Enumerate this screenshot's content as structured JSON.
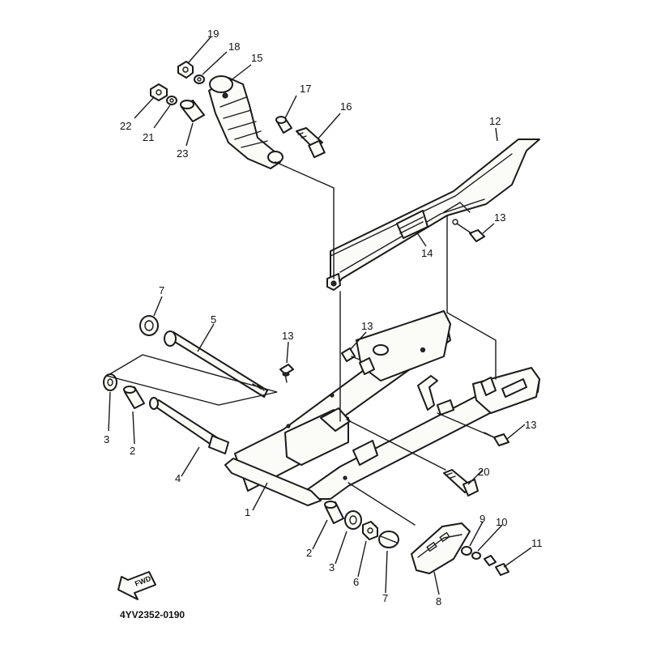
{
  "diagram": {
    "callouts": [
      {
        "id": "c1",
        "text": "1"
      },
      {
        "id": "c2a",
        "text": "2"
      },
      {
        "id": "c2b",
        "text": "2"
      },
      {
        "id": "c3a",
        "text": "3"
      },
      {
        "id": "c3b",
        "text": "3"
      },
      {
        "id": "c4",
        "text": "4"
      },
      {
        "id": "c5",
        "text": "5"
      },
      {
        "id": "c6",
        "text": "6"
      },
      {
        "id": "c7a",
        "text": "7"
      },
      {
        "id": "c7b",
        "text": "7"
      },
      {
        "id": "c8",
        "text": "8"
      },
      {
        "id": "c9",
        "text": "9"
      },
      {
        "id": "c10",
        "text": "10"
      },
      {
        "id": "c11",
        "text": "11"
      },
      {
        "id": "c12",
        "text": "12"
      },
      {
        "id": "c13a",
        "text": "13"
      },
      {
        "id": "c13b",
        "text": "13"
      },
      {
        "id": "c13c",
        "text": "13"
      },
      {
        "id": "c13d",
        "text": "13"
      },
      {
        "id": "c14",
        "text": "14"
      },
      {
        "id": "c15",
        "text": "15"
      },
      {
        "id": "c16",
        "text": "16"
      },
      {
        "id": "c17",
        "text": "17"
      },
      {
        "id": "c18",
        "text": "18"
      },
      {
        "id": "c19",
        "text": "19"
      },
      {
        "id": "c20",
        "text": "20"
      },
      {
        "id": "c21",
        "text": "21"
      },
      {
        "id": "c22",
        "text": "22"
      },
      {
        "id": "c23",
        "text": "23"
      }
    ],
    "fwd_label": "FWD",
    "drawing_code": "4YV2352-0190"
  }
}
